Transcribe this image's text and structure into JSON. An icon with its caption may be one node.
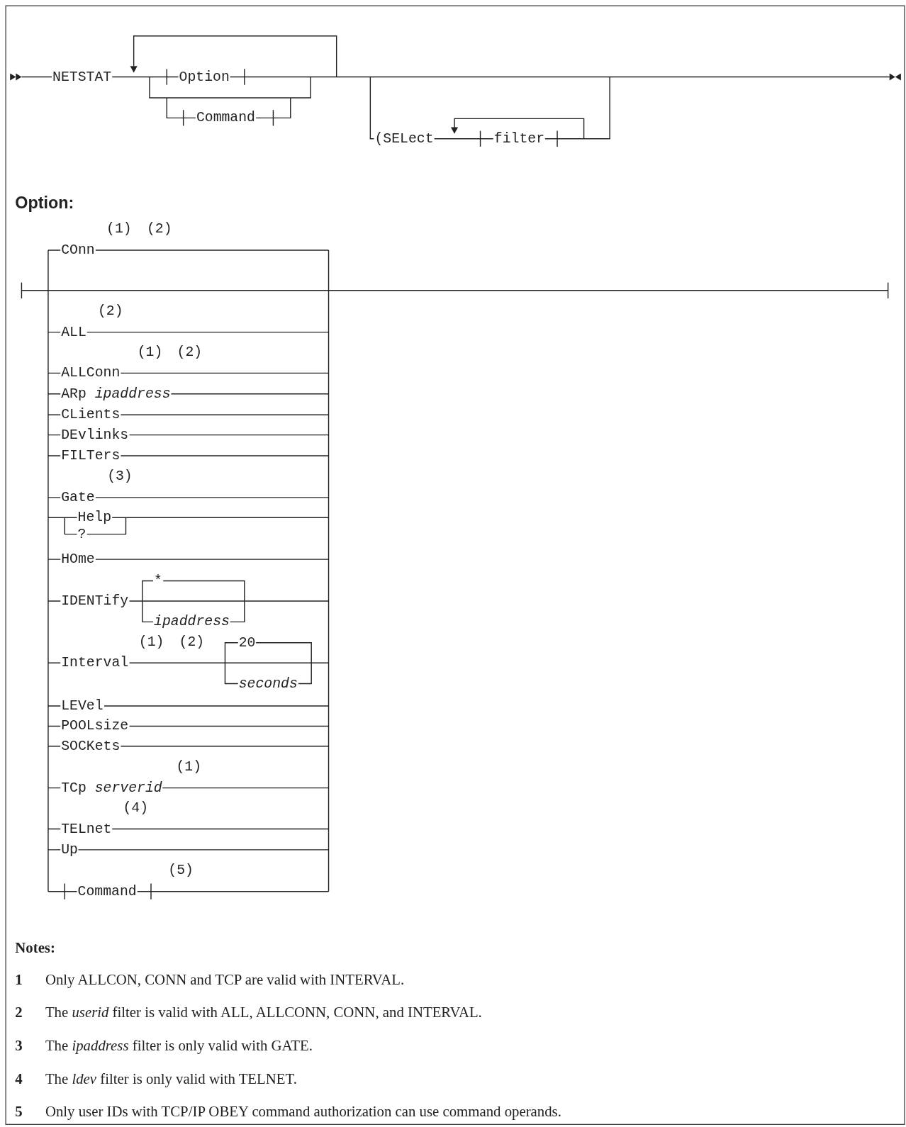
{
  "diagram": {
    "labels": [
      "NETSTAT",
      "Option",
      "Command",
      "(SELect",
      "filter",
      "Option:",
      "(1)",
      "(2)",
      "COnn",
      "(2)",
      "ALL",
      "(1)",
      "(2)",
      "ALLConn",
      "ARp *ipaddress*",
      "CLients",
      "DEvlinks",
      "FILTers",
      "(3)",
      "Gate",
      "Help",
      "?",
      "HOme",
      "*",
      "IDENTify",
      "ipaddress",
      "(1)",
      "(2)",
      "20",
      "Interval",
      "seconds",
      "LEVel",
      "POOLsize",
      "SOCKets",
      "(1)",
      "TCp *serverid*",
      "(4)",
      "TELnet",
      "Up",
      "(5)",
      "Command",
      "Notes:",
      "1",
      "Only ALLCON, CONN and TCP are valid with INTERVAL.",
      "2",
      "The *userid* filter is valid with ALL, ALLCONN, CONN, and INTERVAL.",
      "3",
      "The *ipaddress* filter is only valid with GATE.",
      "4",
      "The *ldev* filter is only valid with TELNET.",
      "5",
      "Only user IDs with TCP/IP OBEY command authorization can use command operands."
    ]
  }
}
